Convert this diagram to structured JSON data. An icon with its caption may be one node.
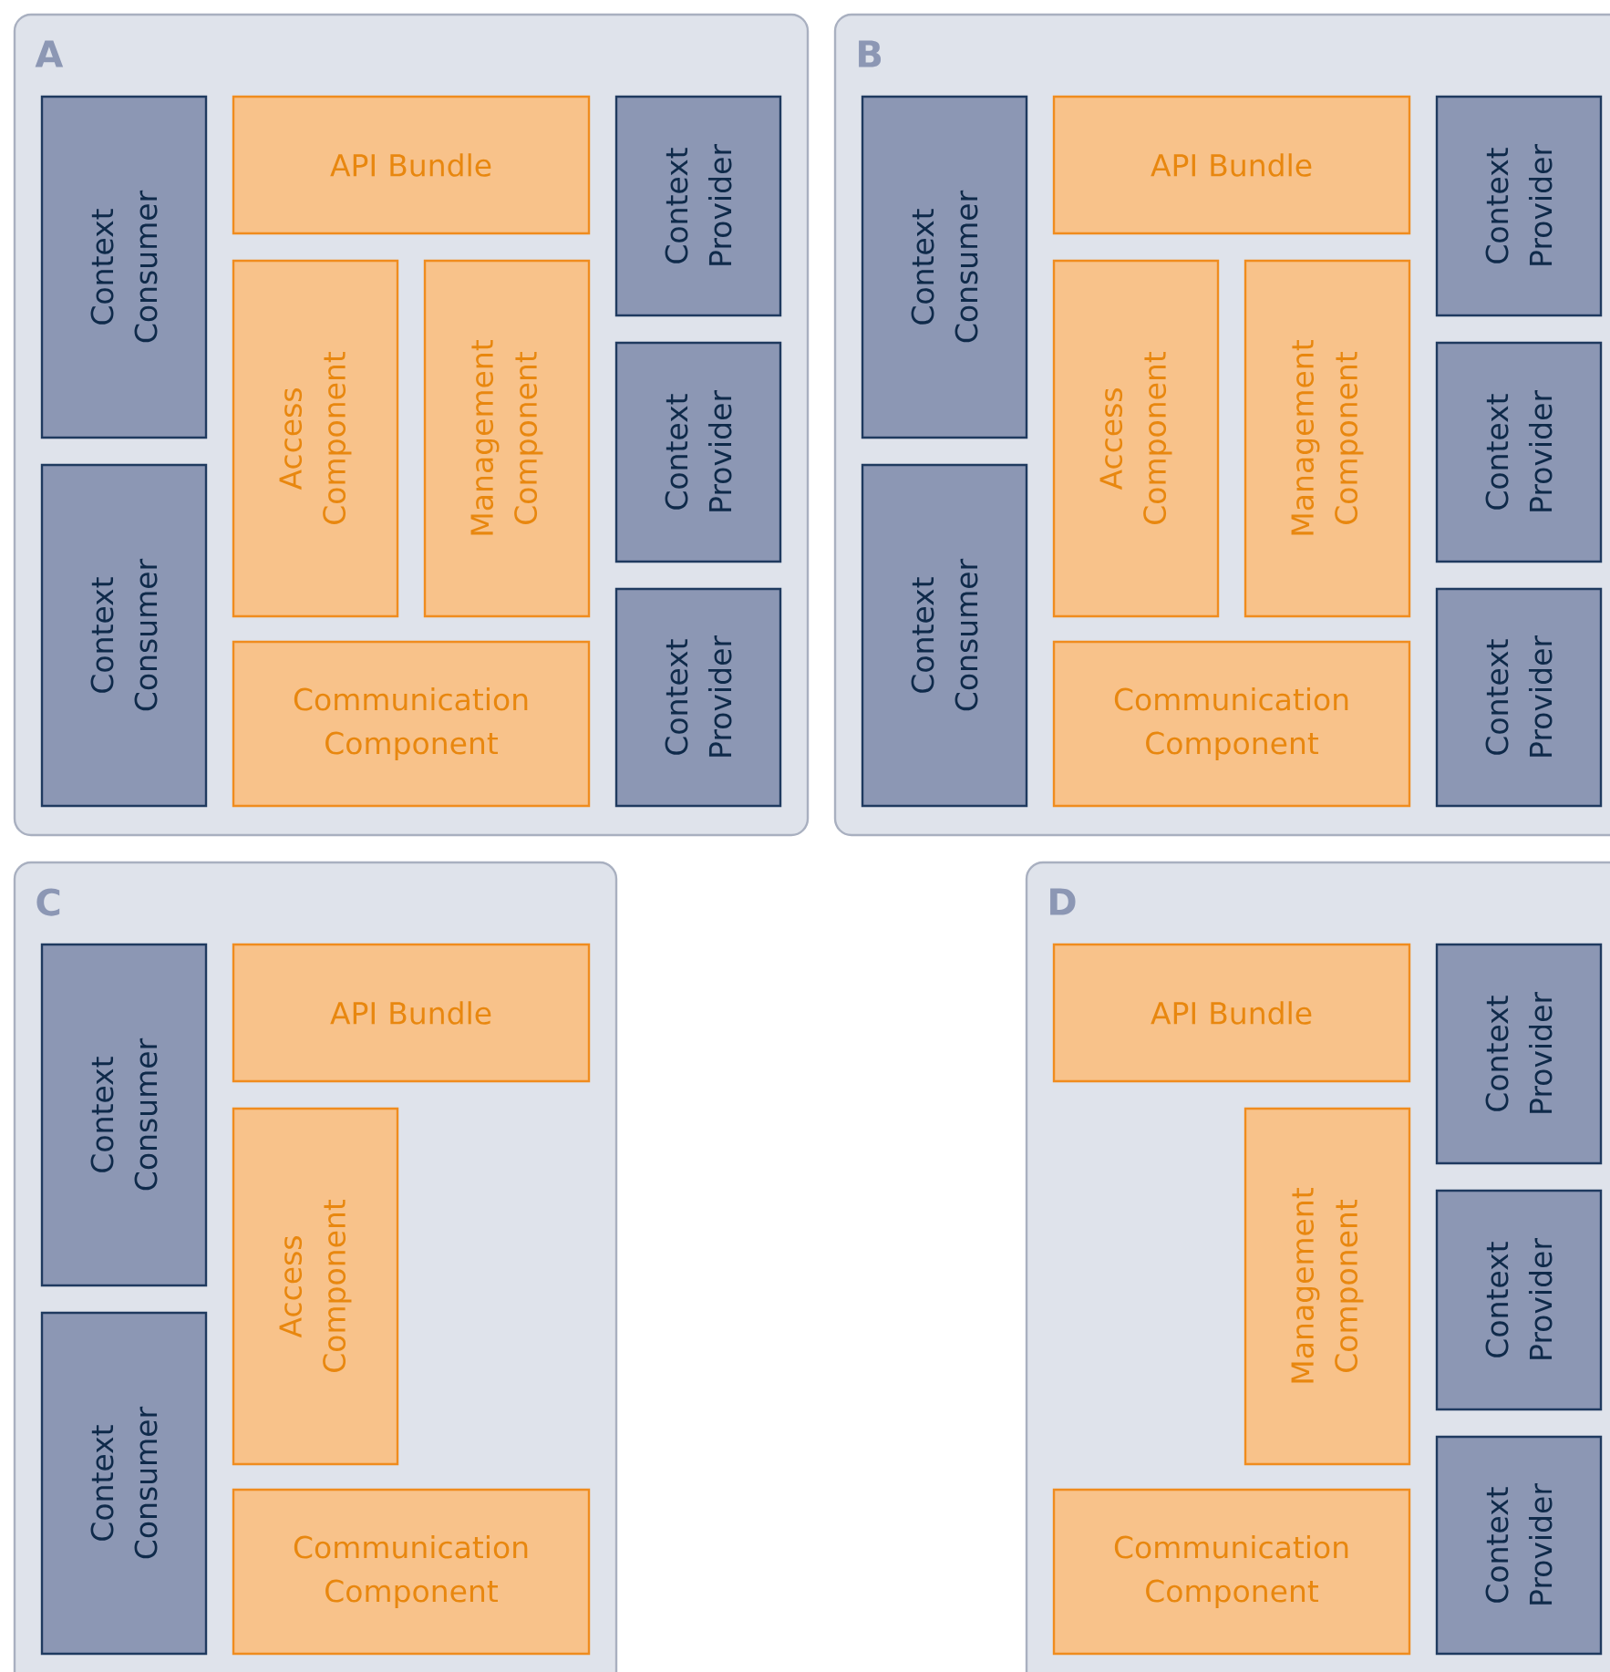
{
  "diagram": {
    "nodes": [
      {
        "text": [
          "A"
        ]
      },
      {
        "text": [
          "Context Consumer"
        ],
        "in": 0
      },
      {
        "text": [
          "Context Consumer"
        ],
        "in": 0
      },
      {
        "text": [
          "API Bundle"
        ],
        "in": 0
      },
      {
        "text": [
          "Access Component"
        ],
        "in": 0
      },
      {
        "text": [
          "Management Component"
        ],
        "in": 0
      },
      {
        "text": [
          "Communication Component"
        ],
        "in": 0
      },
      {
        "text": [
          "Context Provider"
        ],
        "in": 0
      },
      {
        "text": [
          "Context Provider"
        ],
        "in": 0
      },
      {
        "text": [
          "Context Provider"
        ],
        "in": 0
      },
      {
        "text": [
          "B"
        ]
      },
      {
        "text": [
          "Context Consumer"
        ],
        "in": 10
      },
      {
        "text": [
          "Context Consumer"
        ],
        "in": 10
      },
      {
        "text": [
          "API Bundle"
        ],
        "in": 10
      },
      {
        "text": [
          "Access Component"
        ],
        "in": 10
      },
      {
        "text": [
          "Management Component"
        ],
        "in": 10
      },
      {
        "text": [
          "Communication Component"
        ],
        "in": 10
      },
      {
        "text": [
          "Context Provider"
        ],
        "in": 10
      },
      {
        "text": [
          "Context Provider"
        ],
        "in": 10
      },
      {
        "text": [
          "Context Provider"
        ],
        "in": 10
      },
      {
        "text": [
          "C"
        ]
      },
      {
        "text": [
          "Context Consumer"
        ],
        "in": 20
      },
      {
        "text": [
          "Context Consumer"
        ],
        "in": 20
      },
      {
        "text": [
          "API Bundle"
        ],
        "in": 20
      },
      {
        "text": [
          "Access Component"
        ],
        "in": 20
      },
      {
        "text": [
          "Communication Component"
        ],
        "in": 20
      },
      {
        "text": [
          "D"
        ]
      },
      {
        "text": [
          "API Bundle"
        ],
        "in": 26
      },
      {
        "text": [
          "Management Component"
        ],
        "in": 26
      },
      {
        "text": [
          "Communication Component"
        ],
        "in": 26
      },
      {
        "text": [
          "Context Provider"
        ],
        "in": 26
      },
      {
        "text": [
          "Context Provider"
        ],
        "in": 26
      },
      {
        "text": [
          "Context Provider"
        ],
        "in": 26
      }
    ]
  }
}
